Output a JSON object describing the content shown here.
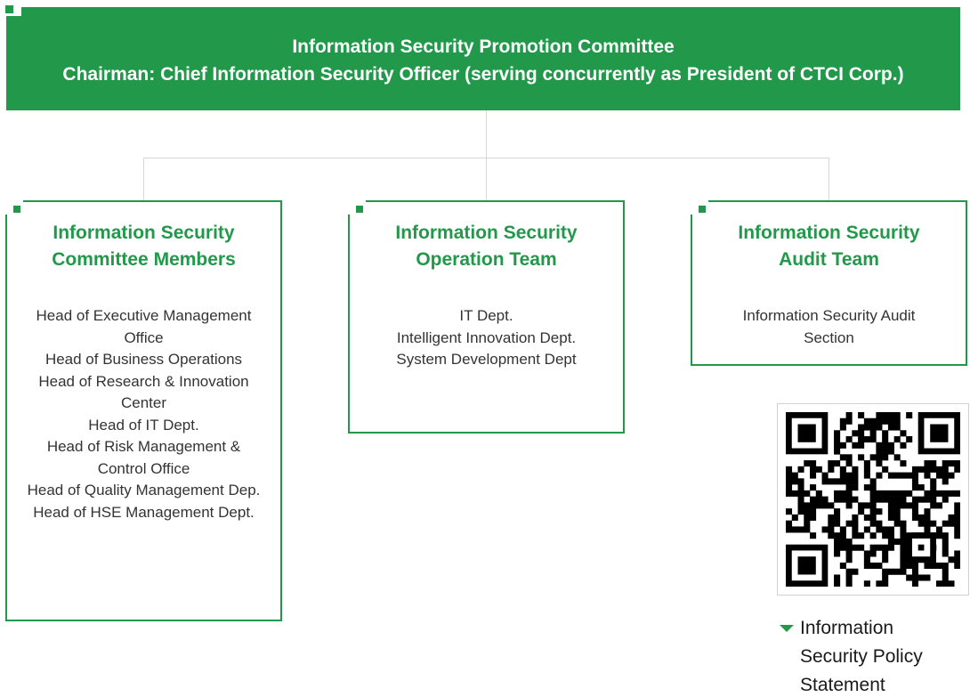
{
  "committee": {
    "title": "Information Security Promotion Committee",
    "chairman": "Chairman: Chief Information Security Officer (serving concurrently as President of CTCI Corp.)"
  },
  "teams": [
    {
      "title_line1": "Information Security",
      "title_line2": "Committee Members",
      "members": [
        "Head of Executive Management",
        "Office",
        "Head of Business Operations",
        "Head of Research & Innovation",
        "Center",
        "Head of IT Dept.",
        "Head of Risk Management &",
        "Control Office",
        "Head of Quality Management Dep.",
        "Head of HSE Management Dept."
      ]
    },
    {
      "title_line1": "Information Security",
      "title_line2": "Operation Team",
      "members": [
        "IT Dept.",
        "Intelligent Innovation Dept.",
        "System Development Dept"
      ]
    },
    {
      "title_line1": "Information Security",
      "title_line2": "Audit Team",
      "members": [
        "Information Security Audit",
        "Section"
      ]
    }
  ],
  "policy_link": {
    "label": "Information Security Policy Statement",
    "icon": "green-arrow-icon"
  },
  "qr_code": {
    "icon": "qr-code-icon"
  },
  "colors": {
    "accent": "#22994a",
    "connector": "#d6d6d6",
    "text": "#333333"
  }
}
